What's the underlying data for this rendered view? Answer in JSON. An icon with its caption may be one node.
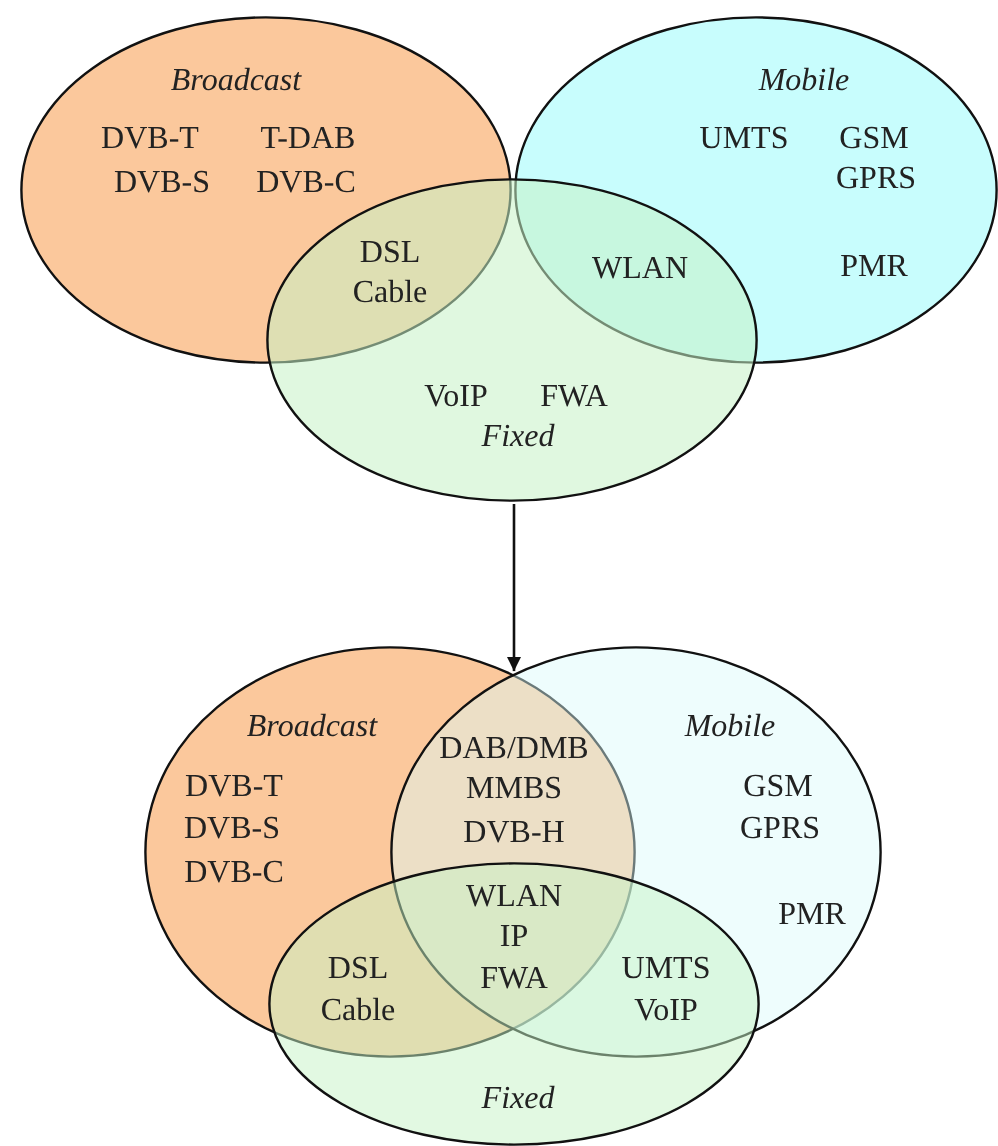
{
  "diagram": {
    "nodes": [
      {
        "text": [
          "Broadcast",
          "DVB-T",
          "T-DAB",
          "DVB-S",
          "DVB-C"
        ]
      },
      {
        "text": [
          "Mobile",
          "UMTS",
          "GSM",
          "GPRS",
          "PMR"
        ]
      },
      {
        "text": [
          "VoIP",
          "FWA",
          "Fixed"
        ]
      },
      {
        "text": [
          "Broadcast",
          "DVB-T",
          "DVB-S",
          "DVB-C"
        ]
      },
      {
        "text": [
          "Mobile",
          "GSM",
          "GPRS",
          "PMR"
        ]
      },
      {
        "text": [
          "Fixed"
        ]
      }
    ],
    "edges": [
      {
        "from": 2,
        "to": 4,
        "arrow": "to"
      }
    ],
    "labels": [
      "DSL",
      "Cable",
      "WLAN",
      "DAB/DMB",
      "MMBS",
      "DVB-H",
      "WLAN",
      "IP",
      "FWA",
      "DSL",
      "Cable",
      "UMTS",
      "VoIP"
    ]
  }
}
